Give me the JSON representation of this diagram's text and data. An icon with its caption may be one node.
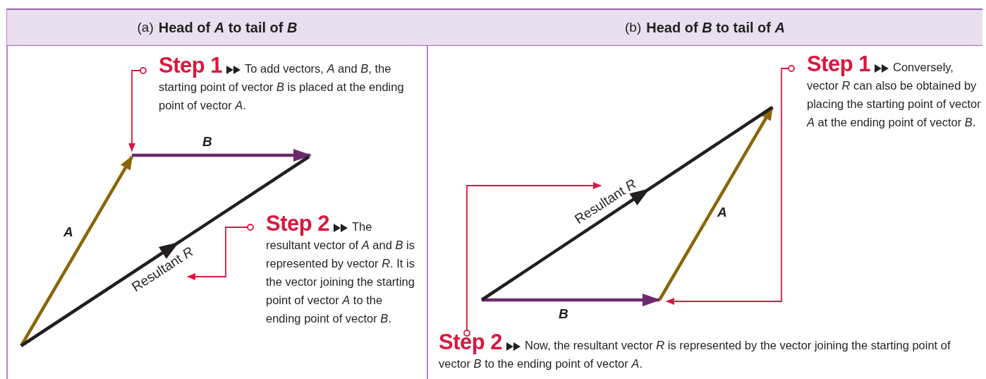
{
  "diagram": {
    "nodes": [
      {
        "text": [
          "(a)",
          "Head of *A* to tail of *B*"
        ]
      },
      {
        "text": [
          "(b)",
          "Head of *B* to tail of *A*"
        ]
      },
      {
        "text": [
          "Step 1",
          "To add vectors, *A* and *B*, the starting point of vector *B* is placed at the ending point of vector *A*."
        ]
      },
      {
        "text": [
          "Step 2",
          "The resultant vector of *A* and *B* is represented by vector *R*. It is the vector joining the starting point of vector *A* to the ending point of vector *B*."
        ]
      },
      {
        "text": [
          "Step 1",
          "Conversely, vector *R* can also be obtained by placing the starting point of vector *A* at the ending point of vector *B*."
        ]
      },
      {
        "text": [
          "Step 2",
          "Now, the resultant vector *R* is represented by the vector joining the starting point of vector *B* to the ending point of vector *A*."
        ]
      },
      {
        "text": [
          "Resultant *R*"
        ]
      },
      {
        "text": [
          "Resultant *R*"
        ]
      }
    ],
    "edges": [
      {
        "from": 2,
        "to": null,
        "arrow": "to"
      },
      {
        "from": 3,
        "to": 6,
        "arrow": "to"
      },
      {
        "from": 4,
        "to": null,
        "arrow": "to"
      },
      {
        "from": 5,
        "to": 7,
        "arrow": "to"
      }
    ],
    "labels": [
      "B",
      "A",
      "A",
      "B"
    ]
  }
}
